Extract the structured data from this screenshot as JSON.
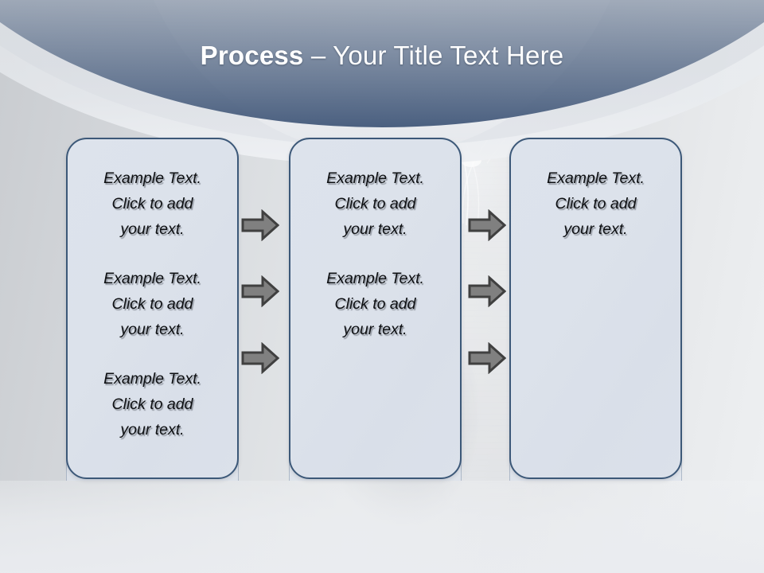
{
  "slide": {
    "title": {
      "bold_part": "Process",
      "rest_part": " – Your Title Text Here"
    },
    "theme": {
      "header_blue": "#35485f",
      "box_fill": "#dce2eb",
      "box_border": "#3c5878",
      "arrow_fill": "#808080",
      "arrow_border": "#404040",
      "background_gray": "#e3e5e8",
      "text_color": "#0d0f12"
    },
    "boxes": [
      {
        "name": "process-box-1",
        "paragraphs": [
          "Example Text.\nClick  to add\nyour text.",
          "Example Text.\nClick  to add\nyour text.",
          "Example Text.\nClick  to add\nyour text."
        ]
      },
      {
        "name": "process-box-2",
        "paragraphs": [
          "Example Text.\nClick  to add\nyour text.",
          "Example Text.\nClick  to add\nyour text."
        ]
      },
      {
        "name": "process-box-3",
        "paragraphs": [
          "Example Text.\nClick  to add\nyour text."
        ]
      }
    ],
    "arrow_groups": [
      {
        "name": "arrow-column-1",
        "arrows": [
          "right-arrow-icon",
          "right-arrow-icon",
          "right-arrow-icon"
        ]
      },
      {
        "name": "arrow-column-2",
        "arrows": [
          "right-arrow-icon",
          "right-arrow-icon",
          "right-arrow-icon"
        ]
      }
    ]
  }
}
